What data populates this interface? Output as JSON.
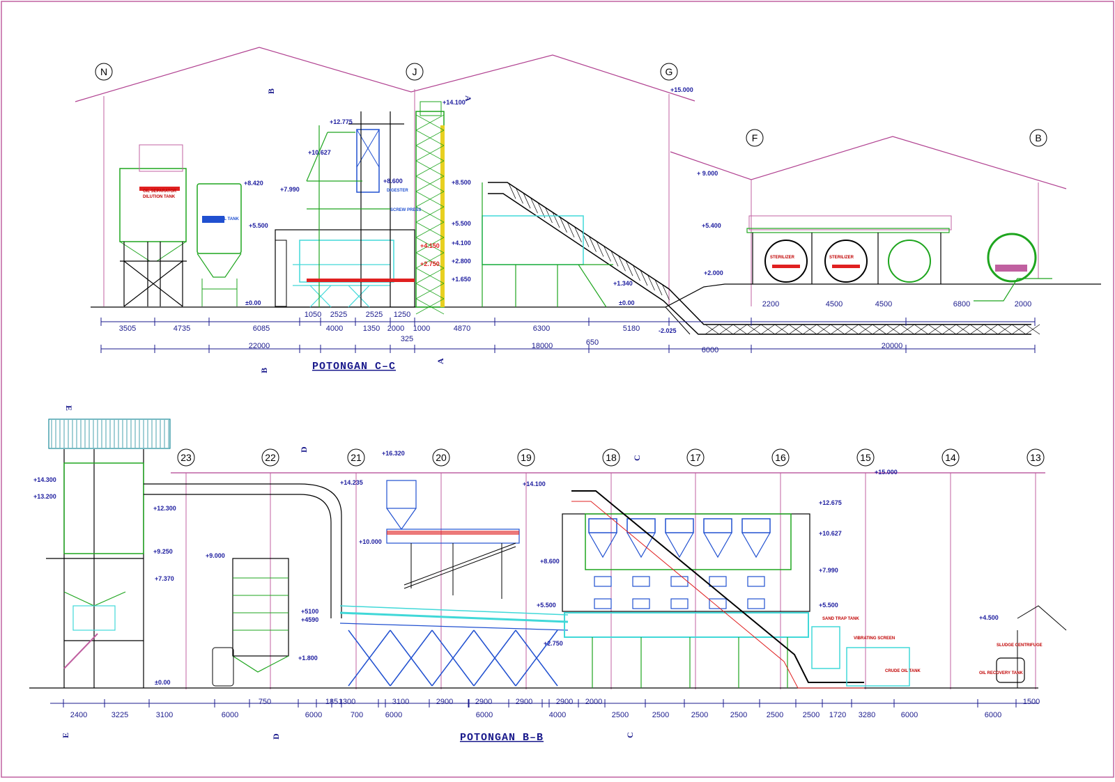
{
  "colors": {
    "frame": "#c060a0",
    "roof": "#b04090",
    "dim": "#1a1a8c",
    "green": "#1ea51e",
    "cyan": "#40d8d8",
    "blue": "#2050d0",
    "red": "#e02020",
    "black": "#000000",
    "yellow": "#e8d020"
  },
  "section_cc": {
    "title": "POTONGAN C–C",
    "grid_labels": [
      "N",
      "J",
      "G",
      "F",
      "B"
    ],
    "section_marks": [
      "B",
      "B",
      "A",
      "A"
    ],
    "elevations": [
      "+14.100",
      "+15.000",
      "+12.775",
      "+10.627",
      "+8.420",
      "+7.990",
      "+8.600",
      "+8.500",
      "+ 9.000",
      "+5.500",
      "+5.500",
      "+5.400",
      "+4.100",
      "+2.800",
      "+1.650",
      "+2.000",
      "+1.340",
      "±0.00",
      "±0.00",
      "-2.025",
      "+4.150",
      "+2.750"
    ],
    "dims_row1": [
      "3505",
      "4735",
      "6085",
      "1050",
      "2525",
      "2525",
      "1250",
      "4000",
      "1350",
      "2000",
      "1000",
      "325",
      "4870",
      "6300",
      "5180",
      "650",
      "2200",
      "4500",
      "4500",
      "6800",
      "2000"
    ],
    "dims_row2": [
      "22000",
      "18000",
      "6000",
      "20000"
    ],
    "labels": [
      "DIGESTER",
      "SCREW PRESS",
      "OIL SEPARATOR",
      "DILUTION TANK",
      "CRUDE OIL TANK",
      "STERILIZER"
    ]
  },
  "section_bb": {
    "title": "POTONGAN B–B",
    "grid_labels": [
      "23",
      "22",
      "21",
      "20",
      "19",
      "18",
      "17",
      "16",
      "15",
      "14",
      "13"
    ],
    "section_marks": [
      "E",
      "E",
      "D",
      "D",
      "C",
      "C"
    ],
    "elevations": [
      "+14.300",
      "+13.200",
      "+12.300",
      "+9.250",
      "+7.370",
      "+9.000",
      "+14.235",
      "+16.320",
      "+10.000",
      "+14.100",
      "+12.675",
      "+10.627",
      "+8.600",
      "+7.990",
      "+5.500",
      "+5.500",
      "+5100",
      "+4590",
      "+2.750",
      "+1.800",
      "+4.500",
      "+15.000",
      "±0.00"
    ],
    "dims_row1": [
      "2400",
      "3225",
      "3100",
      "6000",
      "750",
      "6000",
      "185",
      "1300",
      "700",
      "3100",
      "2900",
      "2900",
      "2900",
      "2900",
      "2000",
      "6000",
      "6000",
      "4000",
      "2500",
      "2500",
      "2500",
      "2500",
      "2500",
      "2500",
      "1720",
      "3280",
      "6000",
      "6000",
      "1500"
    ],
    "labels": [
      "SAND TRAP TANK",
      "VIBRATING SCREEN",
      "CRUDE OIL TANK",
      "SLUDGE CENTRIFUGE",
      "OIL RECOVERY TANK"
    ]
  }
}
